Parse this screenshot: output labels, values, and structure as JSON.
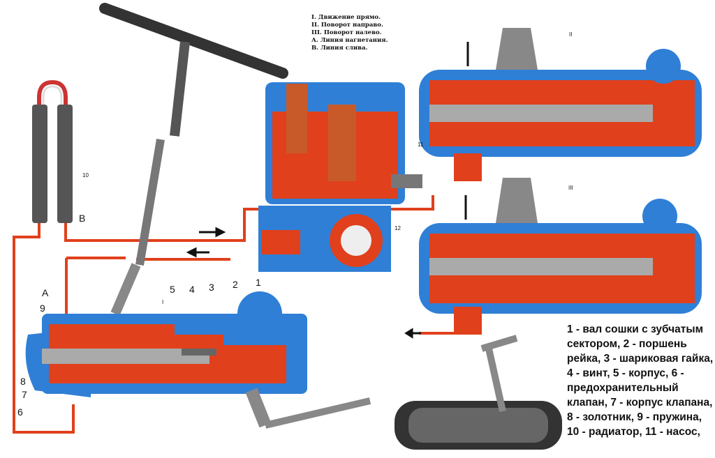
{
  "legend": [
    "I. Движение прямо.",
    "II. Поворот направо.",
    "III. Поворот налево.",
    "А. Линия нагнетания.",
    "В. Линия слива."
  ],
  "caption": "1 - вал сошки с зубчатым сектором, 2 - поршень рейка, 3 - шариковая гайка, 4 - винт, 5 - корпус, 6 - предохранительный клапан, 7 - корпус клапана, 8 - золотник, 9 - пружина, 10 - радиатор, 11 - насос,",
  "labels": {
    "n1": "1",
    "n2": "2",
    "n3": "3",
    "n4": "4",
    "n5": "5",
    "n6": "6",
    "n7": "7",
    "n8": "8",
    "n9": "9",
    "n10": "10",
    "n11": "11",
    "n12": "12",
    "A": "A",
    "B": "B",
    "modeI": "I",
    "modeII": "II",
    "modeIII": "III"
  },
  "colors": {
    "oil_pressure": "#e8401c",
    "oil_return": "#f07a20",
    "housing": "#2f7fd6",
    "background": "#ffffff"
  }
}
